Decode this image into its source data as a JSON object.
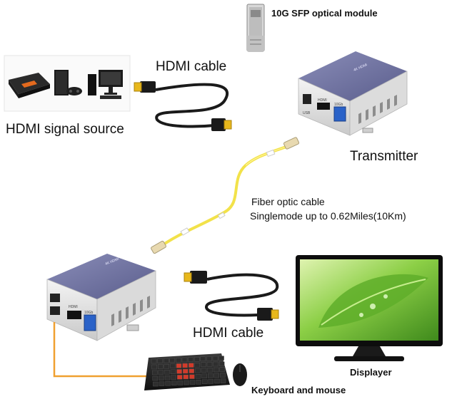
{
  "labels": {
    "sfp_module": "10G SFP optical module",
    "hdmi_cable_top": "HDMI cable",
    "signal_source": "HDMI signal source",
    "transmitter": "Transmitter",
    "fiber_line1": "Fiber optic cable",
    "fiber_line2": "Singlemode up to 0.62Miles(10Km)",
    "hdmi_cable_bottom": "HDMI cable",
    "displayer": "Displayer",
    "keyboard_mouse": "Keyboard and mouse"
  },
  "device_text": {
    "device_brand": "4K HDMI",
    "port_usb": "USB",
    "port_hdmi": "HDMI",
    "port_fiber": "10Gb"
  },
  "colors": {
    "fiber": "#f2e24a",
    "usb_cable": "#f0a030",
    "hdmi_plug": "#f0c020",
    "device_panel": "#6c6f9e",
    "screen_green": "#7cc43c"
  }
}
